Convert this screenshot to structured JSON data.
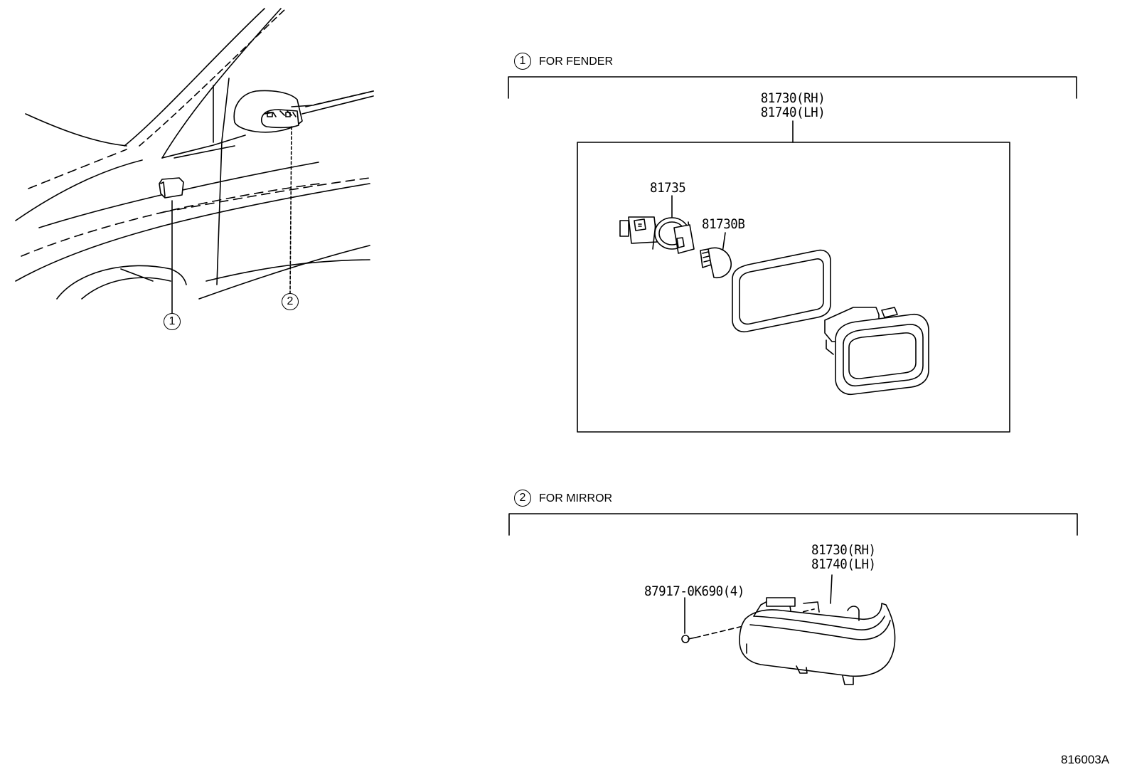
{
  "diagram": {
    "callouts": {
      "one": "1",
      "two": "2"
    },
    "section_fender": {
      "marker": "1",
      "title": "FOR FENDER"
    },
    "section_mirror": {
      "marker": "2",
      "title": "FOR MIRROR"
    },
    "fender_parts": {
      "assembly_rh": "81730(RH)",
      "assembly_lh": "81740(LH)",
      "socket": "81735",
      "bulb": "81730B"
    },
    "mirror_parts": {
      "assembly_rh": "81730(RH)",
      "assembly_lh": "81740(LH)",
      "screw": "87917-0K690(4)"
    },
    "figure_code": "816003A"
  }
}
